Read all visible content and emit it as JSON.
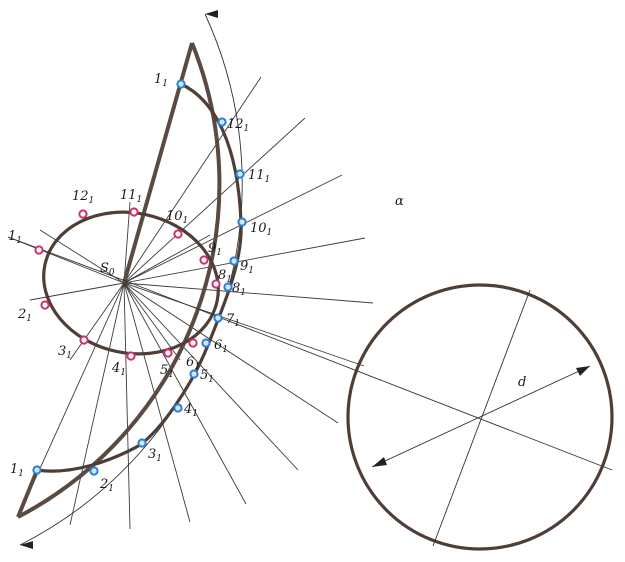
{
  "labels": {
    "apex": "S",
    "apex_sub": "0",
    "angle": "α",
    "diameter": "d",
    "pink_points": [
      {
        "n": "1",
        "s": "1"
      },
      {
        "n": "2",
        "s": "1"
      },
      {
        "n": "3",
        "s": "1"
      },
      {
        "n": "4",
        "s": "1"
      },
      {
        "n": "5",
        "s": "1"
      },
      {
        "n": "6",
        "s": "1"
      },
      {
        "n": "8",
        "s": "1"
      },
      {
        "n": "9",
        "s": "1"
      },
      {
        "n": "10",
        "s": "1"
      },
      {
        "n": "11",
        "s": "1"
      },
      {
        "n": "12",
        "s": "1"
      }
    ],
    "blue_points": [
      {
        "n": "1",
        "s": "1"
      },
      {
        "n": "12",
        "s": "1"
      },
      {
        "n": "11",
        "s": "1"
      },
      {
        "n": "10",
        "s": "1"
      },
      {
        "n": "9",
        "s": "1"
      },
      {
        "n": "8",
        "s": "1"
      },
      {
        "n": "7",
        "s": "1"
      },
      {
        "n": "6",
        "s": "1"
      },
      {
        "n": "5",
        "s": "1"
      },
      {
        "n": "4",
        "s": "1"
      },
      {
        "n": "3",
        "s": "1"
      },
      {
        "n": "2",
        "s": "1"
      },
      {
        "n": "1",
        "s": "1"
      }
    ]
  },
  "colors": {
    "outline": "#5a4a42",
    "pink_point": "#d0306a",
    "blue_point": "#2a7fd0"
  }
}
